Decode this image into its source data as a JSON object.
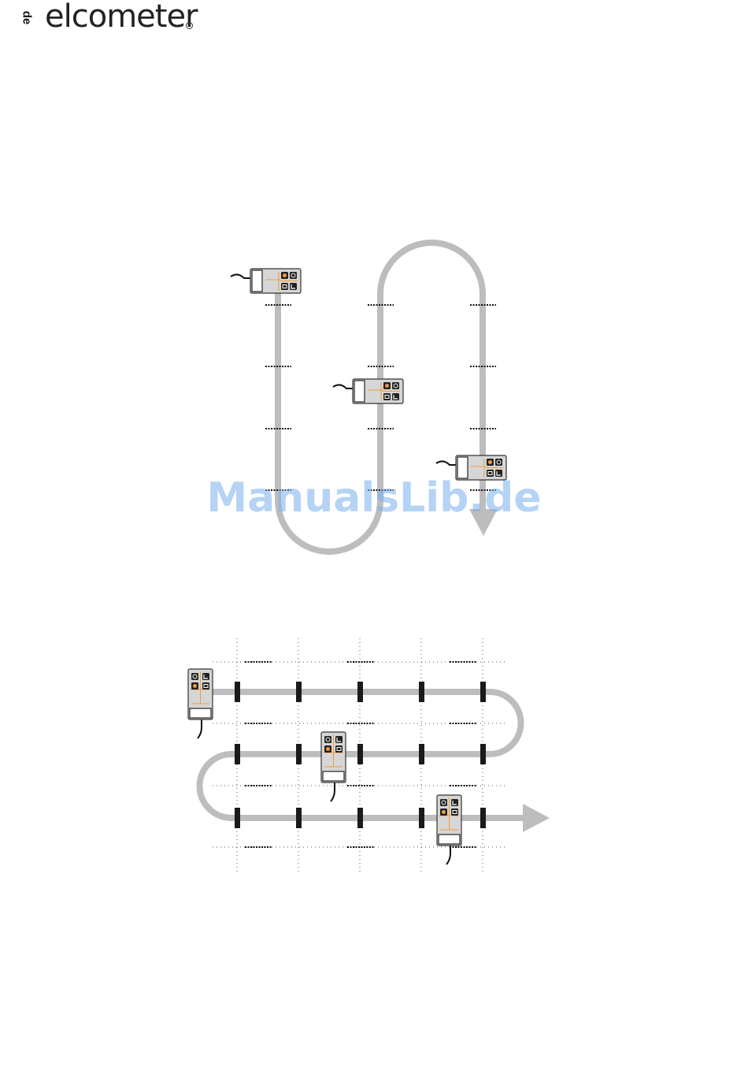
{
  "header": {
    "language_tag": "de",
    "brand": "elcometer"
  },
  "watermark": "ManualsLib.de",
  "colors": {
    "path": "#bdbdbd",
    "gauge_accent": "#f39a3c",
    "gauge_body": "#d8d8d8",
    "marker": "#1a1a1a"
  },
  "icons": [
    "gauge-device-icon",
    "arrow-head-icon"
  ]
}
